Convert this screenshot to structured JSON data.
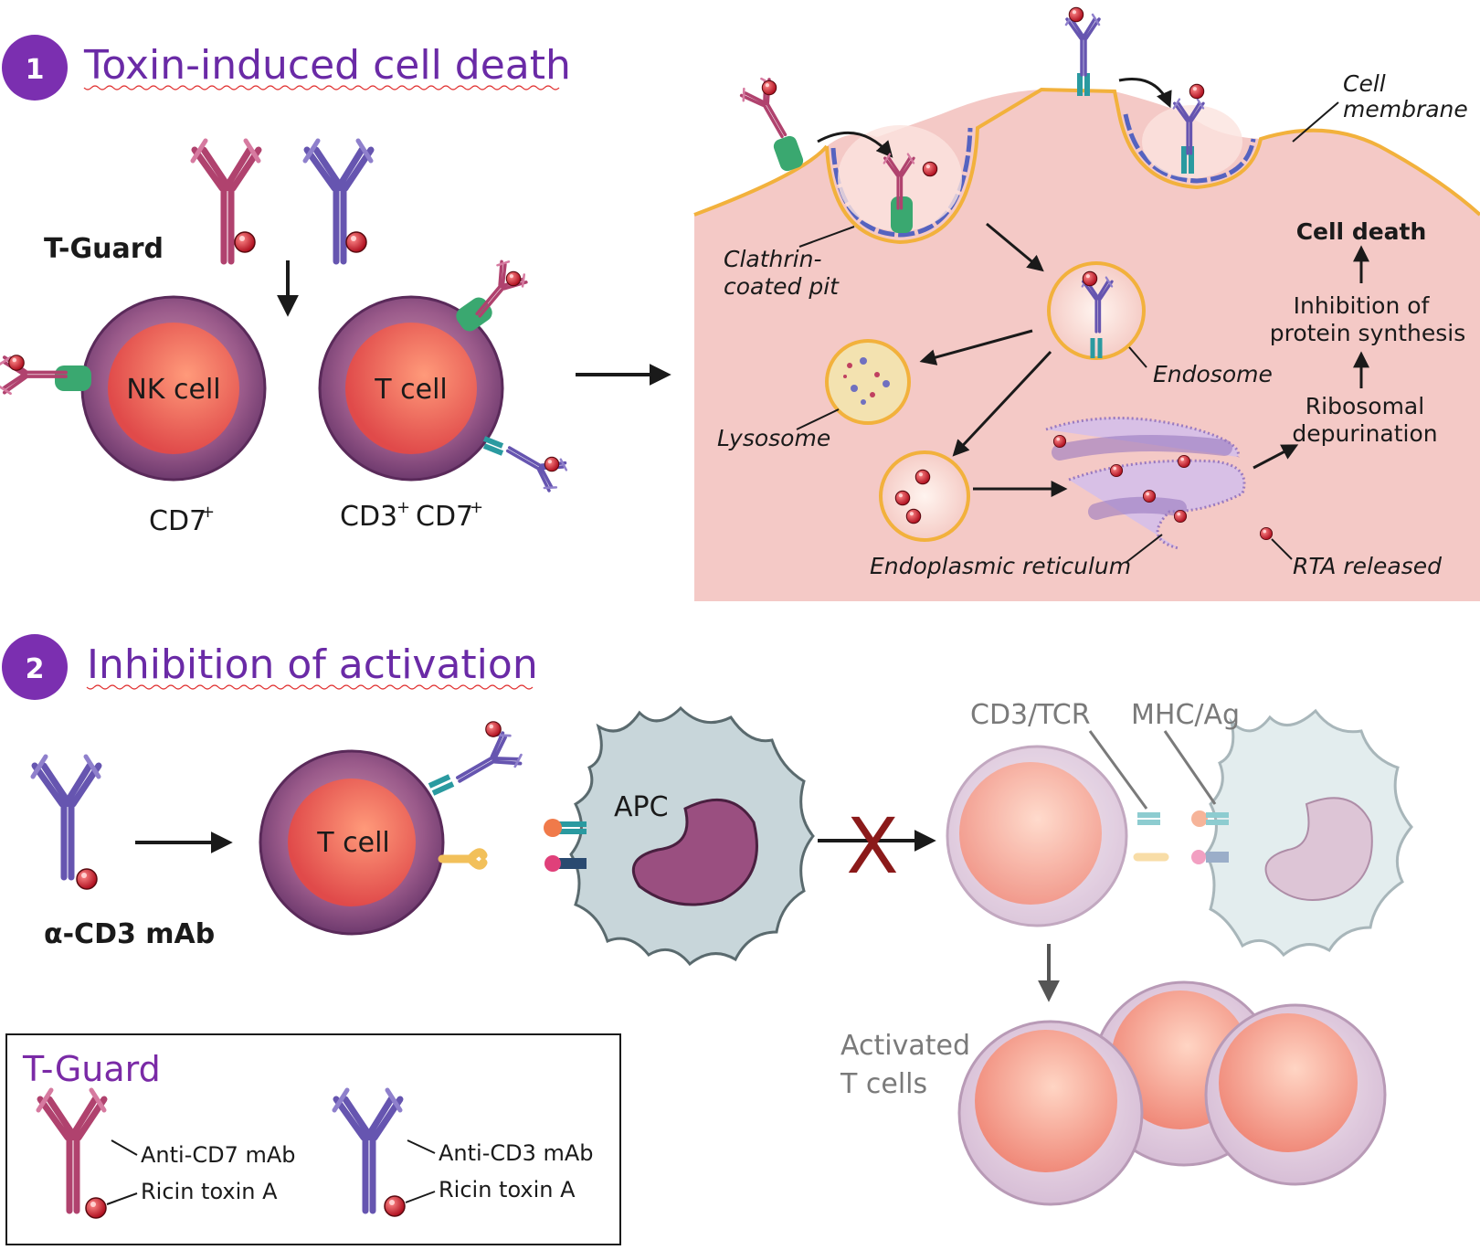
{
  "section1": {
    "number": "1",
    "title": "Toxin-induced cell death"
  },
  "section2": {
    "number": "2",
    "title": "Inhibition of activation"
  },
  "left1": {
    "tguard_label": "T-Guard",
    "nk_cell_label": "NK cell",
    "t_cell_label": "T cell",
    "nk_marker": "CD7",
    "nk_marker_sup": "+",
    "t_marker_1": "CD3",
    "t_marker_1_sup": "+",
    "t_marker_2": "CD7",
    "t_marker_2_sup": "+"
  },
  "mechanism": {
    "cell_membrane_1": "Cell",
    "cell_membrane_2": "membrane",
    "clathrin_1": "Clathrin-",
    "clathrin_2": "coated pit",
    "endosome": "Endosome",
    "lysosome": "Lysosome",
    "er": "Endoplasmic reticulum",
    "rta": "RTA released",
    "cell_death": "Cell death",
    "inhibition_1": "Inhibition of",
    "inhibition_2": "protein synthesis",
    "ribosomal_1": "Ribosomal",
    "ribosomal_2": "depurination"
  },
  "activation": {
    "antibody_label": "α-CD3 mAb",
    "t_cell_label": "T cell",
    "apc_label": "APC",
    "blocked_mark": "X",
    "cd3_tcr": "CD3/TCR",
    "mhc_ag": "MHC/Ag",
    "activated_1": "Activated",
    "activated_2": "T cells"
  },
  "legend": {
    "title": "T-Guard",
    "items": [
      {
        "mab": "Anti-CD7 mAb",
        "toxin": "Ricin toxin A"
      },
      {
        "mab": "Anti-CD3 mAb",
        "toxin": "Ricin toxin A"
      }
    ]
  },
  "colors": {
    "heading": "#6a2aa6",
    "badge": "#7b2fb0",
    "anti_cd7": "#b0426e",
    "anti_cd3": "#6655b0",
    "toxin": "#c81e2a",
    "cell_bg": "#f4c9c6",
    "blocked": "#8b1a1a"
  }
}
